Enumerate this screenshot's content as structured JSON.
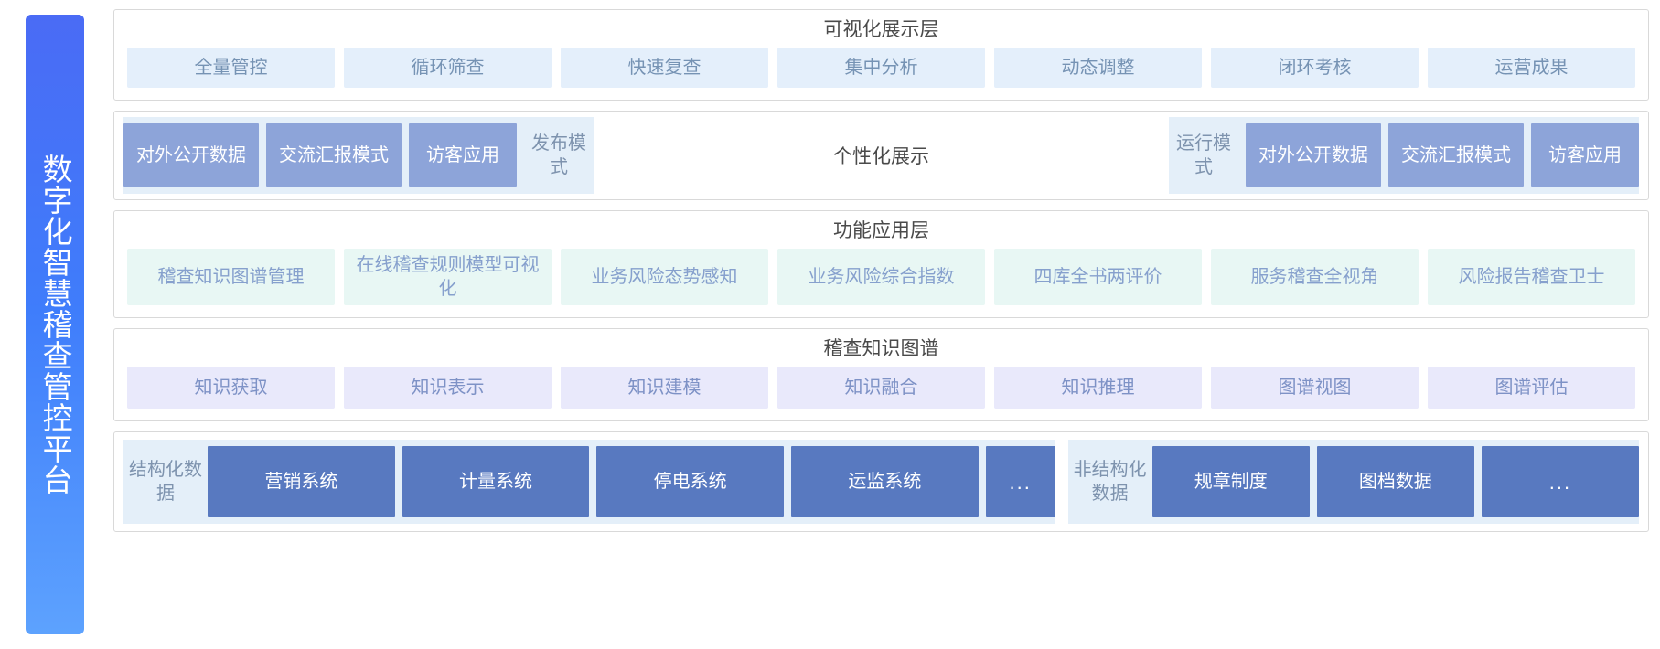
{
  "sidebar": {
    "title": "数字化智慧稽查管控平台"
  },
  "colors": {
    "sidebar_gradient_start": "#4a6bf5",
    "sidebar_gradient_end": "#5da2fe",
    "vis_chip_bg": "#e4effb",
    "band_box_bg": "#8da4d9",
    "func_chip_bg": "#e8f7f4",
    "kg_chip_bg": "#e9e9fb",
    "data_box_bg": "#5879c0",
    "panel_band_bg": "#e4eff9"
  },
  "layers": {
    "visualization": {
      "title": "可视化展示层",
      "items": [
        "全量管控",
        "循环筛查",
        "快速复查",
        "集中分析",
        "动态调整",
        "闭环考核",
        "运营成果"
      ]
    },
    "personalized": {
      "center_title": "个性化展示",
      "left_group": {
        "boxes": [
          "对外公开数据",
          "交流汇报模式",
          "访客应用"
        ],
        "mode_label": "发布模式"
      },
      "right_group": {
        "mode_label": "运行模式",
        "boxes": [
          "对外公开数据",
          "交流汇报模式",
          "访客应用"
        ]
      }
    },
    "function": {
      "title": "功能应用层",
      "items": [
        "稽查知识图谱管理",
        "在线稽查规则模型可视化",
        "业务风险态势感知",
        "业务风险综合指数",
        "四库全书两评价",
        "服务稽查全视角",
        "风险报告稽查卫士"
      ]
    },
    "knowledge_graph": {
      "title": "稽查知识图谱",
      "items": [
        "知识获取",
        "知识表示",
        "知识建模",
        "知识融合",
        "知识推理",
        "图谱视图",
        "图谱评估"
      ]
    },
    "data_sources": {
      "structured": {
        "label": "结构化数据",
        "items": [
          "营销系统",
          "计量系统",
          "停电系统",
          "运监系统",
          "..."
        ]
      },
      "unstructured": {
        "label": "非结构化数据",
        "items": [
          "规章制度",
          "图档数据",
          "..."
        ]
      }
    }
  }
}
